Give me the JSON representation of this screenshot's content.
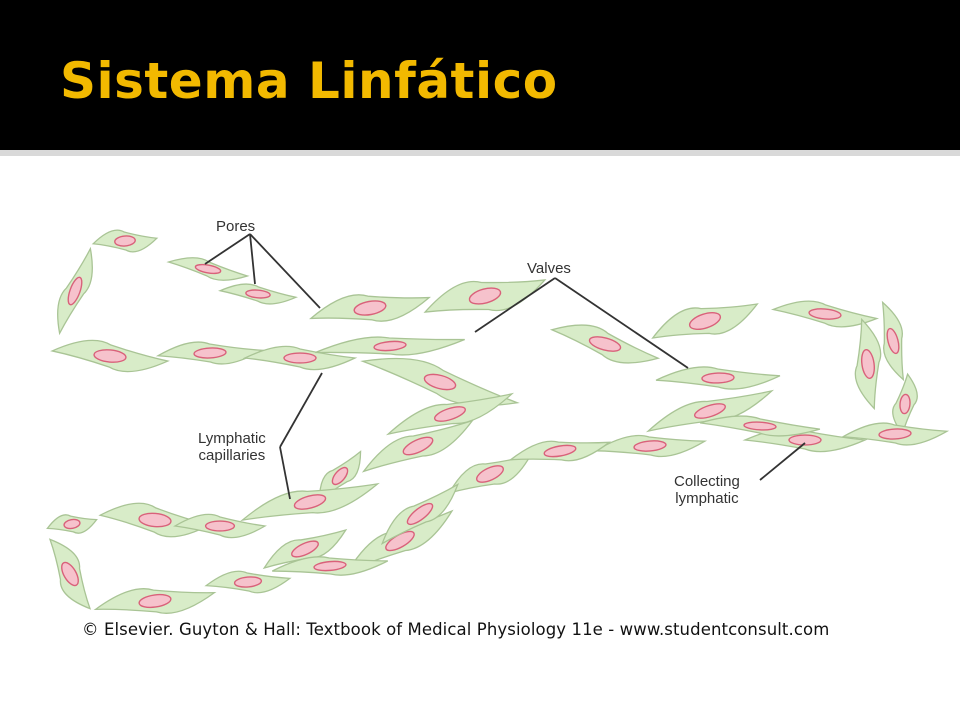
{
  "slide": {
    "title": "Sistema Linfático",
    "title_color": "#f2b900",
    "header_color": "#000000"
  },
  "figure": {
    "labels": {
      "pores": "Pores",
      "valves": "Valves",
      "lymphatic_capillaries_line1": "Lymphatic",
      "lymphatic_capillaries_line2": "capillaries",
      "collecting_lymphatic_line1": "Collecting",
      "collecting_lymphatic_line2": "lymphatic"
    },
    "colors": {
      "cell_fill": "#d8ecc8",
      "cell_stroke": "#a9c495",
      "nucleus_fill": "#f6c2cc",
      "nucleus_stroke": "#d9617a",
      "leader_line": "#333333"
    },
    "credit": "© Elsevier. Guyton & Hall: Textbook of Medical Physiology 11e - www.studentconsult.com"
  }
}
